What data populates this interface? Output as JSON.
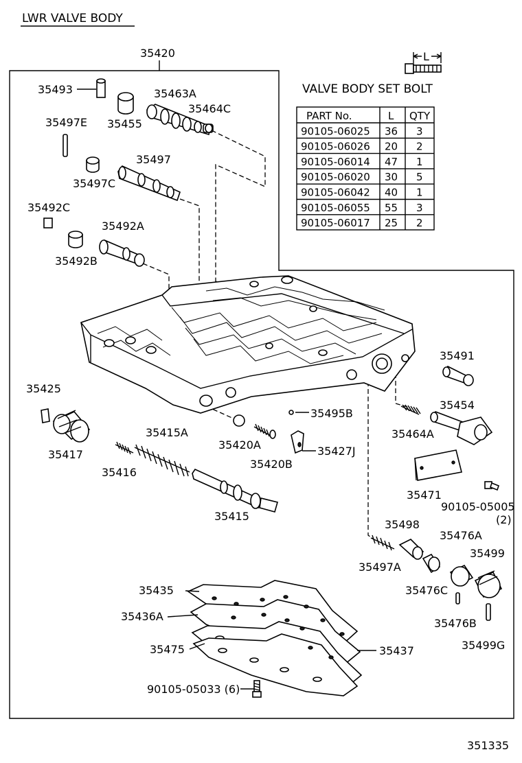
{
  "header": {
    "title": "LWR VALVE BODY"
  },
  "assembly": {
    "number": "35420"
  },
  "bolt_table": {
    "dimension_label": "L",
    "title": "VALVE BODY SET BOLT",
    "columns": [
      "PART No.",
      "L",
      "QTY"
    ],
    "rows": [
      [
        "90105-06025",
        "36",
        "3"
      ],
      [
        "90105-06026",
        "20",
        "2"
      ],
      [
        "90105-06014",
        "47",
        "1"
      ],
      [
        "90105-06020",
        "30",
        "5"
      ],
      [
        "90105-06042",
        "40",
        "1"
      ],
      [
        "90105-06055",
        "55",
        "3"
      ],
      [
        "90105-06017",
        "25",
        "2"
      ]
    ]
  },
  "callouts": {
    "p35493": "35493",
    "p35463A": "35463A",
    "p35455": "35455",
    "p35464C": "35464C",
    "p35497E": "35497E",
    "p35497": "35497",
    "p35497C": "35497C",
    "p35492C": "35492C",
    "p35492A": "35492A",
    "p35492B": "35492B",
    "p35491": "35491",
    "p35425": "35425",
    "p35454": "35454",
    "p35495B": "35495B",
    "p35464A": "35464A",
    "p35415A": "35415A",
    "p35417": "35417",
    "p35420A": "35420A",
    "p35427J": "35427J",
    "p35416": "35416",
    "p35420B": "35420B",
    "p35471": "35471",
    "p35415": "35415",
    "p90105_05005": "90105-05005",
    "p90105_05005_qty": "(2)",
    "p35498": "35498",
    "p35476A": "35476A",
    "p35499": "35499",
    "p35497A": "35497A",
    "p35476C": "35476C",
    "p35435": "35435",
    "p35436A": "35436A",
    "p35476B": "35476B",
    "p35475": "35475",
    "p35437": "35437",
    "p35499G": "35499G",
    "p90105_05033": "90105-05033 (6)"
  },
  "footer": {
    "diagram_id": "351335"
  }
}
